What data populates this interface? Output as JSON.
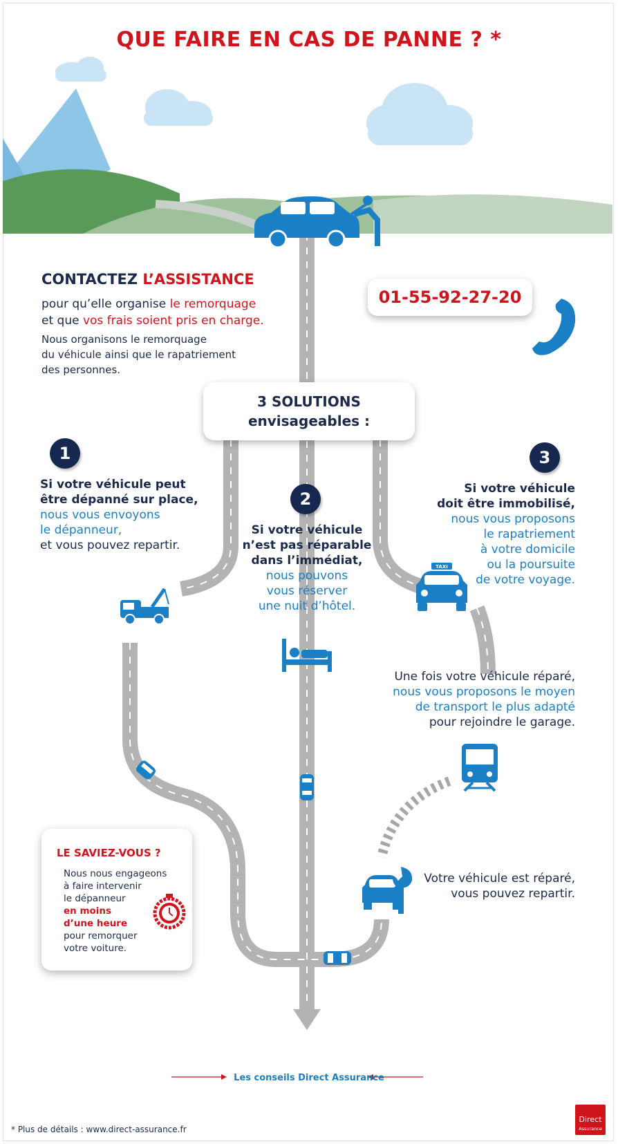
{
  "title": "QUE FAIRE EN CAS DE PANNE ? *",
  "contact": {
    "heading_part1": "CONTACTEZ ",
    "heading_part2": "L’ASSISTANCE",
    "line1_a": "pour qu’elle organise ",
    "line1_b": "le remorquage",
    "line2_a": "et que ",
    "line2_b": "vos frais soient pris en charge.",
    "sub1": "Nous organisons le remorquage",
    "sub2": "du véhicule ainsi que le rapatriement",
    "sub3": "des personnes.",
    "phone": "01-55-92-27-20"
  },
  "solutions": {
    "line1": "3 SOLUTIONS",
    "line2": "envisageables :"
  },
  "option1": {
    "number": "1",
    "bold1": "Si votre véhicule peut",
    "bold2": "être dépanné sur place,",
    "blue1": "nous vous envoyons",
    "blue2": "le dépanneur,",
    "plain": "et vous pouvez repartir."
  },
  "option2": {
    "number": "2",
    "bold1": "Si votre véhicule",
    "bold2": "n’est pas réparable",
    "bold3": "dans l’immédiat,",
    "blue1": "nous pouvons",
    "blue2": "vous réserver",
    "blue3": "une nuit d’hôtel."
  },
  "option3": {
    "number": "3",
    "bold1": "Si votre véhicule",
    "bold2": "doit être immobilisé,",
    "blue1": "nous vous proposons",
    "blue2": "le rapatriement",
    "blue3": "à votre domicile",
    "blue4": "ou la poursuite",
    "blue5": "de votre voyage.",
    "taxi_label": "TAXI"
  },
  "repaired": {
    "plain1": "Une fois votre véhicule réparé,",
    "blue1": "nous vous proposons le moyen",
    "blue2": "de transport le plus adapté",
    "plain2": "pour rejoindre le garage."
  },
  "final": {
    "line1": "Votre véhicule est réparé,",
    "line2": "vous pouvez repartir."
  },
  "saviez": {
    "heading": "LE SAVIEZ-VOUS ?",
    "l1": "Nous nous engageons",
    "l2": "à faire intervenir",
    "l3": "le dépanneur",
    "l4": "en moins",
    "l5": "d’une heure",
    "l6": "pour remorquer",
    "l7": "votre voiture."
  },
  "footer": {
    "conseils": "Les conseils Direct Assurance",
    "note": "* Plus de détails : www.direct-assurance.fr",
    "logo_line1": "Direct",
    "logo_line2": "Assurance"
  },
  "colors": {
    "red": "#d0141c",
    "blue": "#1a7fc4",
    "navy": "#1b2a4a",
    "road": "#b3b3b3"
  }
}
